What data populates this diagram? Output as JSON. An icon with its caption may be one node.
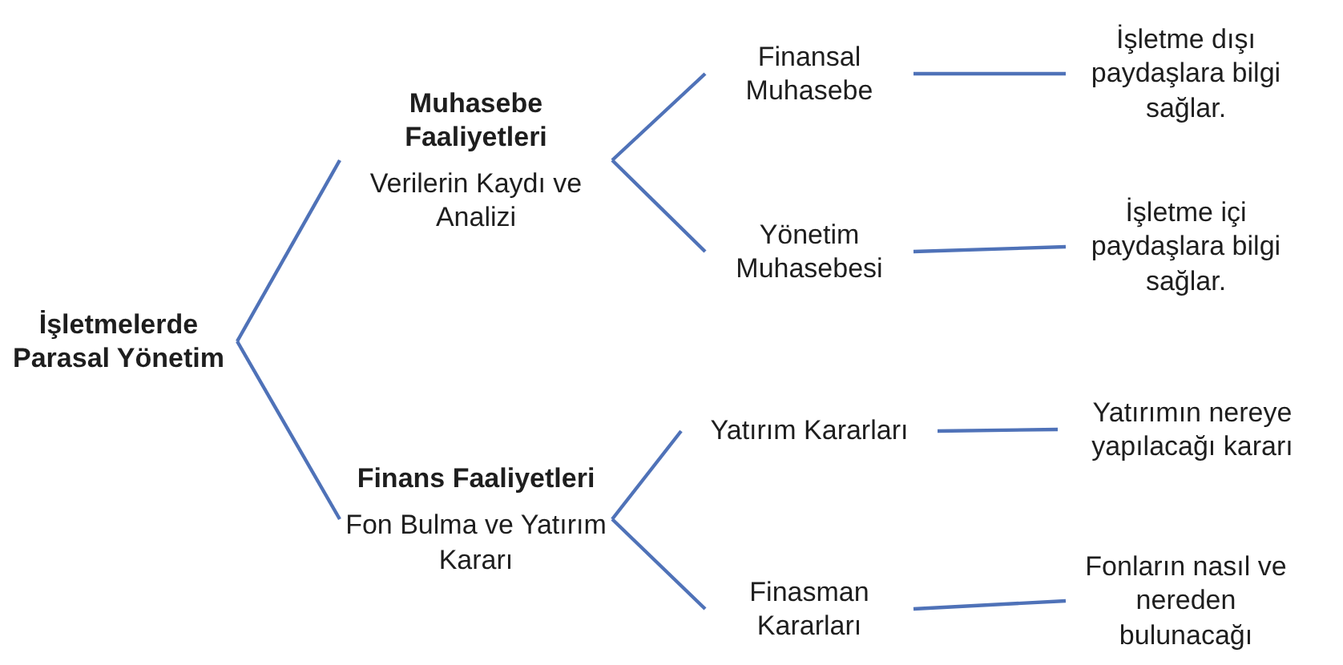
{
  "diagram": {
    "nodes": [
      {
        "text": [
          "İşletmelerde Parasal Yönetim"
        ]
      },
      {
        "text": [
          "Muhasebe Faaliyetleri",
          "Verilerin Kaydı ve Analizi"
        ]
      },
      {
        "text": [
          "Finans Faaliyetleri",
          "Fon Bulma ve Yatırım Kararı"
        ]
      },
      {
        "text": [
          "Finansal Muhasebe"
        ]
      },
      {
        "text": [
          "Yönetim Muhasebesi"
        ]
      },
      {
        "text": [
          "Yatırım Kararları"
        ]
      },
      {
        "text": [
          "Finasman Kararları"
        ]
      },
      {
        "text": [
          "İşletme dışı paydaşlara bilgi sağlar."
        ]
      },
      {
        "text": [
          "İşletme içi paydaşlara bilgi sağlar."
        ]
      },
      {
        "text": [
          "Yatırımın nereye yapılacağı kararı"
        ]
      },
      {
        "text": [
          "Fonların nasıl ve nereden bulunacağı"
        ]
      }
    ],
    "edges": [
      {
        "from": 0,
        "to": 1,
        "arrow": "none"
      },
      {
        "from": 0,
        "to": 2,
        "arrow": "none"
      },
      {
        "from": 1,
        "to": 3,
        "arrow": "none"
      },
      {
        "from": 1,
        "to": 4,
        "arrow": "none"
      },
      {
        "from": 2,
        "to": 5,
        "arrow": "none"
      },
      {
        "from": 2,
        "to": 6,
        "arrow": "none"
      },
      {
        "from": 3,
        "to": 7,
        "arrow": "none"
      },
      {
        "from": 4,
        "to": 8,
        "arrow": "none"
      },
      {
        "from": 5,
        "to": 9,
        "arrow": "none"
      },
      {
        "from": 6,
        "to": 10,
        "arrow": "none"
      }
    ]
  }
}
